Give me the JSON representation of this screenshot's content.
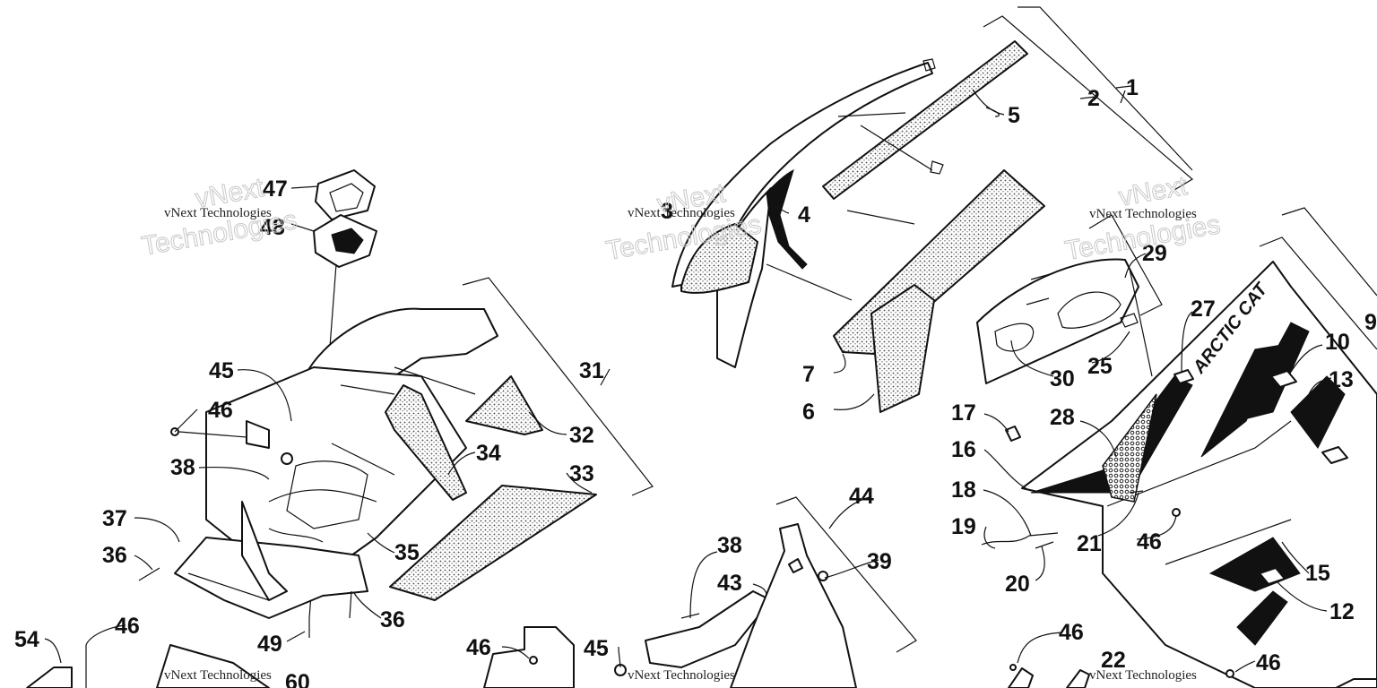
{
  "watermark": {
    "line1": "vNext Technologies",
    "outline": "Technologies",
    "outline_top": "vNext"
  },
  "decal_text": "ARCTIC CAT",
  "callouts": [
    "1",
    "2",
    "3",
    "4",
    "5",
    "6",
    "7",
    "9",
    "10",
    "12",
    "13",
    "15",
    "16",
    "17",
    "18",
    "19",
    "20",
    "21",
    "22",
    "25",
    "27",
    "28",
    "29",
    "30",
    "31",
    "32",
    "33",
    "34",
    "35",
    "36",
    "36",
    "37",
    "38",
    "38",
    "39",
    "43",
    "44",
    "45",
    "45",
    "46",
    "46",
    "46",
    "46",
    "46",
    "46",
    "47",
    "48",
    "49",
    "54",
    "60"
  ]
}
